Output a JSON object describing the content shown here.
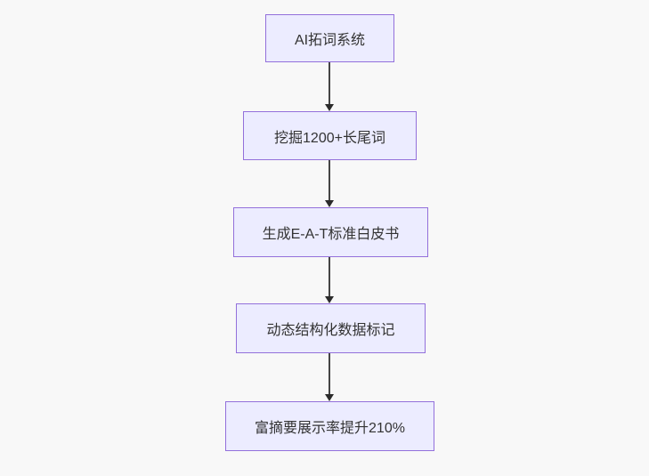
{
  "diagram": {
    "type": "flowchart",
    "direction": "top-down",
    "colors": {
      "background": "#f8f8f8",
      "node_fill": "#ececff",
      "node_border": "#9370db",
      "node_text": "#333333",
      "edge_line": "#454545",
      "arrowhead": "#2b2b2b"
    },
    "nodes": [
      {
        "label": "AI拓词系统"
      },
      {
        "label": "挖掘1200+长尾词"
      },
      {
        "label": "生成E-A-T标准白皮书"
      },
      {
        "label": "动态结构化数据标记"
      },
      {
        "label": "富摘要展示率提升210%"
      }
    ],
    "edges": [
      {
        "from": 0,
        "to": 1
      },
      {
        "from": 1,
        "to": 2
      },
      {
        "from": 2,
        "to": 3
      },
      {
        "from": 3,
        "to": 4
      }
    ]
  }
}
